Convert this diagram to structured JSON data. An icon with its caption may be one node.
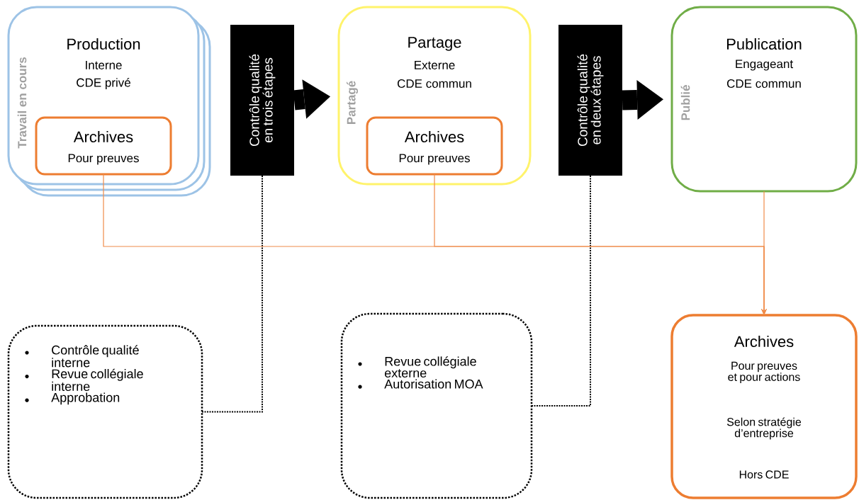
{
  "diagram": {
    "nodes": [
      {
        "text": [
          "Production",
          "Interne",
          "CDE privé",
          "Travail en cours"
        ]
      },
      {
        "text": [
          "Archives",
          "Pour preuves"
        ],
        "in": 0
      },
      {
        "text": [
          "Contrôle qualité en trois étapes"
        ]
      },
      {
        "text": [
          "Partage",
          "Externe",
          "CDE commun",
          "Partagé"
        ]
      },
      {
        "text": [
          "Archives",
          "Pour preuves"
        ],
        "in": 3
      },
      {
        "text": [
          "Contrôle qualité en deux étapes"
        ]
      },
      {
        "text": [
          "Publication",
          "Engageant",
          "CDE commun",
          "Publié"
        ]
      },
      {
        "text": [
          "Contrôle qualité interne",
          "Revue collégiale interne",
          "Approbation"
        ]
      },
      {
        "text": [
          "Revue collégiale externe",
          "Autorisation MOA"
        ]
      },
      {
        "text": [
          "Archives",
          "Pour preuves et pour actions",
          "Selon stratégie d’entreprise",
          "Hors CDE"
        ]
      }
    ],
    "edges": [
      {
        "from": 2,
        "to": 3,
        "arrow": "to",
        "style": "thick"
      },
      {
        "from": 5,
        "to": 6,
        "arrow": "to",
        "style": "thick"
      },
      {
        "from": 2,
        "to": 7,
        "arrow": "none",
        "style": "dashed"
      },
      {
        "from": 5,
        "to": 8,
        "arrow": "none",
        "style": "dashed"
      },
      {
        "from": 1,
        "to": 9,
        "arrow": "to",
        "color": "#f08c4a"
      },
      {
        "from": 4,
        "to": 9,
        "arrow": "to",
        "color": "#f08c4a"
      },
      {
        "from": 6,
        "to": 9,
        "arrow": "to",
        "color": "#f08c4a"
      }
    ]
  }
}
